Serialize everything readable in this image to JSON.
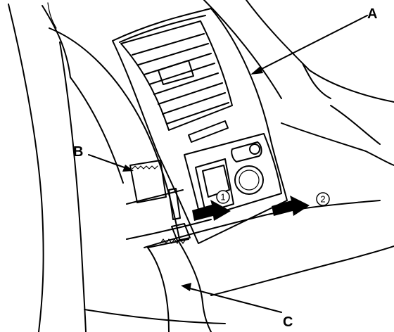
{
  "callouts": {
    "a": "A",
    "b": "B",
    "c": "C"
  },
  "steps": {
    "one": "1",
    "two": "2"
  }
}
